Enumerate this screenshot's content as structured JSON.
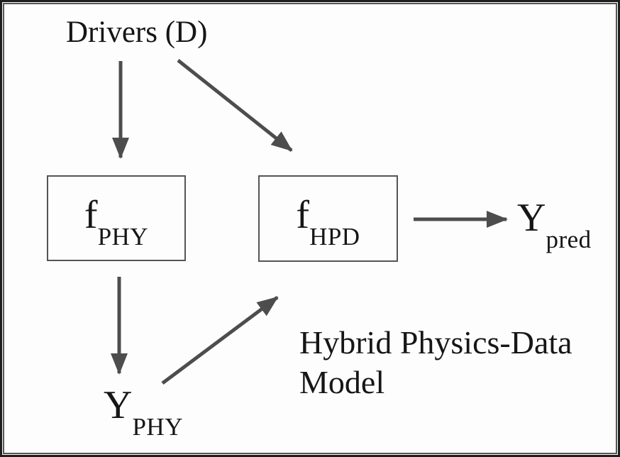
{
  "figure": {
    "caption": {
      "line1": "Hybrid Physics-Data",
      "line2": "Model"
    },
    "nodes": {
      "drivers": {
        "label": "Drivers (D)"
      },
      "f_phy": {
        "main": "f",
        "sub": "PHY"
      },
      "f_hpd": {
        "main": "f",
        "sub": "HPD"
      },
      "y_phy": {
        "main": "Y",
        "sub": "PHY"
      },
      "y_pred": {
        "main": "Y",
        "sub": "pred"
      }
    },
    "edges": [
      {
        "from": "drivers",
        "to": "f_phy"
      },
      {
        "from": "drivers",
        "to": "f_hpd"
      },
      {
        "from": "f_phy",
        "to": "y_phy"
      },
      {
        "from": "y_phy",
        "to": "f_hpd"
      },
      {
        "from": "f_hpd",
        "to": "y_pred"
      }
    ],
    "colors": {
      "arrow": "#4d4d4d",
      "box_border": "#555555",
      "text": "#161616",
      "background": "#fdfdfd",
      "outer_border": "#1e1e1e",
      "inner_border": "#555555"
    }
  }
}
